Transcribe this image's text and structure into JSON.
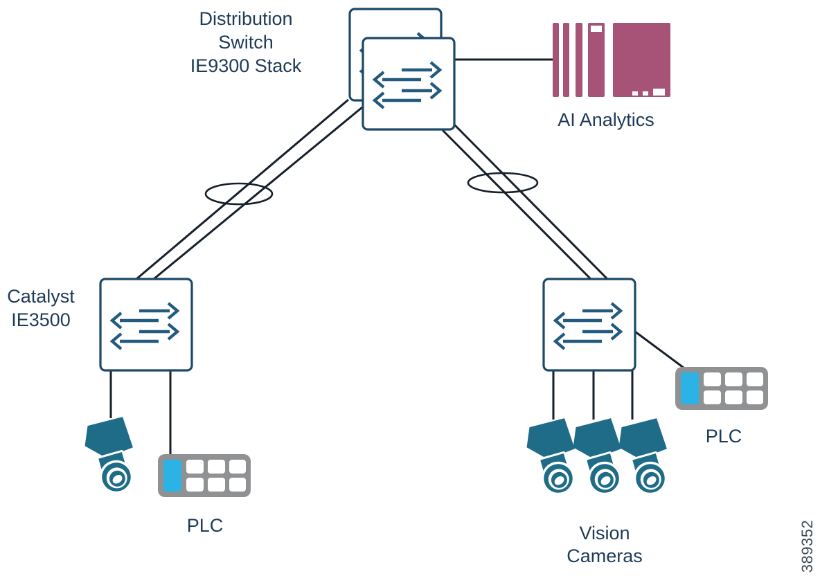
{
  "figure": {
    "type": "network-topology-diagram",
    "doc_number": "389352"
  },
  "colors": {
    "text": "#1e3a58",
    "stroke": "#1d4866",
    "arrow": "#235a7d",
    "line": "#161f2a",
    "teal": "#1e6c87",
    "cyan": "#2bb3e6",
    "gray": "#8f9192",
    "maroon": "#a75277",
    "docnum": "#3e4a54"
  },
  "nodes": {
    "distribution_switch": {
      "lines": [
        "Distribution",
        "Switch",
        "IE9300 Stack"
      ],
      "icon": "stacked-switch-icon"
    },
    "ai_analytics": {
      "label": "AI Analytics",
      "icon": "server-icon"
    },
    "catalyst_ie3500": {
      "lines": [
        "Catalyst",
        "IE3500"
      ],
      "icon": "switch-icon"
    },
    "access_switch_right": {
      "icon": "switch-icon"
    },
    "plc_left": {
      "label": "PLC",
      "icon": "plc-icon"
    },
    "plc_right": {
      "label": "PLC",
      "icon": "plc-icon"
    },
    "camera_left": {
      "icon": "camera-icon"
    },
    "vision_cameras": {
      "lines": [
        "Vision",
        "Cameras"
      ],
      "icon": "camera-icon",
      "count": 3
    },
    "doc_number": {
      "label": "389352"
    }
  },
  "icons": {
    "switch-icon": "square with two pairs of opposing horizontal arrows",
    "server-icon": "maroon rack server with vertical bars",
    "camera-icon": "teal industrial camera with round lens",
    "plc-icon": "gray I/O module grid with one cyan slot",
    "etherchannel-icon": "oval drawn around dual links"
  },
  "links": [
    {
      "from": "distribution_switch",
      "to": "ai_analytics",
      "style": "single-line"
    },
    {
      "from": "distribution_switch",
      "to": "catalyst_ie3500",
      "style": "dual-line-etherchannel"
    },
    {
      "from": "distribution_switch",
      "to": "access_switch_right",
      "style": "dual-line-etherchannel"
    },
    {
      "from": "catalyst_ie3500",
      "to": "camera_left",
      "style": "single-line"
    },
    {
      "from": "catalyst_ie3500",
      "to": "plc_left",
      "style": "single-line"
    },
    {
      "from": "access_switch_right",
      "to": "vision_camera_1",
      "style": "single-line"
    },
    {
      "from": "access_switch_right",
      "to": "vision_camera_2",
      "style": "single-line"
    },
    {
      "from": "access_switch_right",
      "to": "vision_camera_3",
      "style": "single-line"
    },
    {
      "from": "access_switch_right",
      "to": "plc_right",
      "style": "single-line"
    }
  ]
}
